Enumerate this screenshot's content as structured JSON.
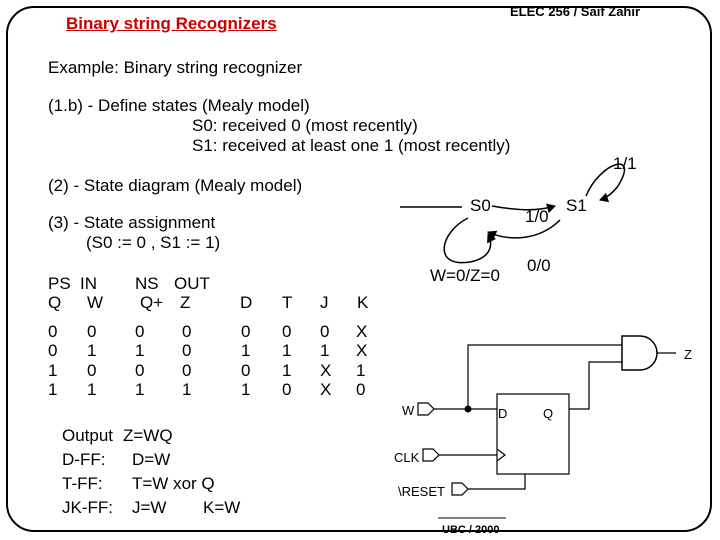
{
  "header": {
    "title": "Binary string Recognizers",
    "course": "ELEC 256 / Saif Zahir"
  },
  "example": "Example: Binary string recognizer",
  "step1": {
    "heading": "(1.b) - Define states (Mealy model)",
    "s0": "S0: received 0 (most recently)",
    "s1": "S1: received at least one 1 (most recently)"
  },
  "step2": {
    "heading": "(2) - State diagram (Mealy model)"
  },
  "step3": {
    "heading": "(3) - State assignment",
    "assignment": "(S0 := 0 , S1 := 1)"
  },
  "diagram": {
    "state_s0": "S0",
    "state_s1": "S1",
    "label_s1_self": "1/1",
    "label_s0_to_s1": "1/0",
    "label_s1_to_s0": "0/0",
    "label_s0_self": "W=0/Z=0"
  },
  "table": {
    "headers_row1": [
      "PS",
      "IN",
      "NS",
      "OUT"
    ],
    "headers_row2": [
      "Q",
      "W",
      "Q+",
      "Z",
      "D",
      "T",
      "J",
      "K"
    ],
    "cols": {
      "Q": [
        "0",
        "0",
        "1",
        "1"
      ],
      "W": [
        "0",
        "1",
        "0",
        "1"
      ],
      "Qp": [
        "0",
        "1",
        "0",
        "1"
      ],
      "Z": [
        "0",
        "0",
        "0",
        "1"
      ],
      "D": [
        "0",
        "1",
        "0",
        "1"
      ],
      "T": [
        "0",
        "1",
        "1",
        "0"
      ],
      "J": [
        "0",
        "1",
        "X",
        "X"
      ],
      "K": [
        "X",
        "X",
        "1",
        "0"
      ]
    }
  },
  "equations": [
    {
      "label": "Output",
      "expr": "Z=WQ"
    },
    {
      "label": "D-FF:",
      "expr": "D=W"
    },
    {
      "label": "T-FF:",
      "expr": "T=W xor Q"
    },
    {
      "label": "JK-FF:",
      "expr": "J=W",
      "expr2": "K=W"
    }
  ],
  "circuit": {
    "w": "W",
    "d": "D",
    "q": "Q",
    "z": "Z",
    "clk": "CLK",
    "reset": "\\RESET"
  },
  "footer": "UBC / 2000"
}
